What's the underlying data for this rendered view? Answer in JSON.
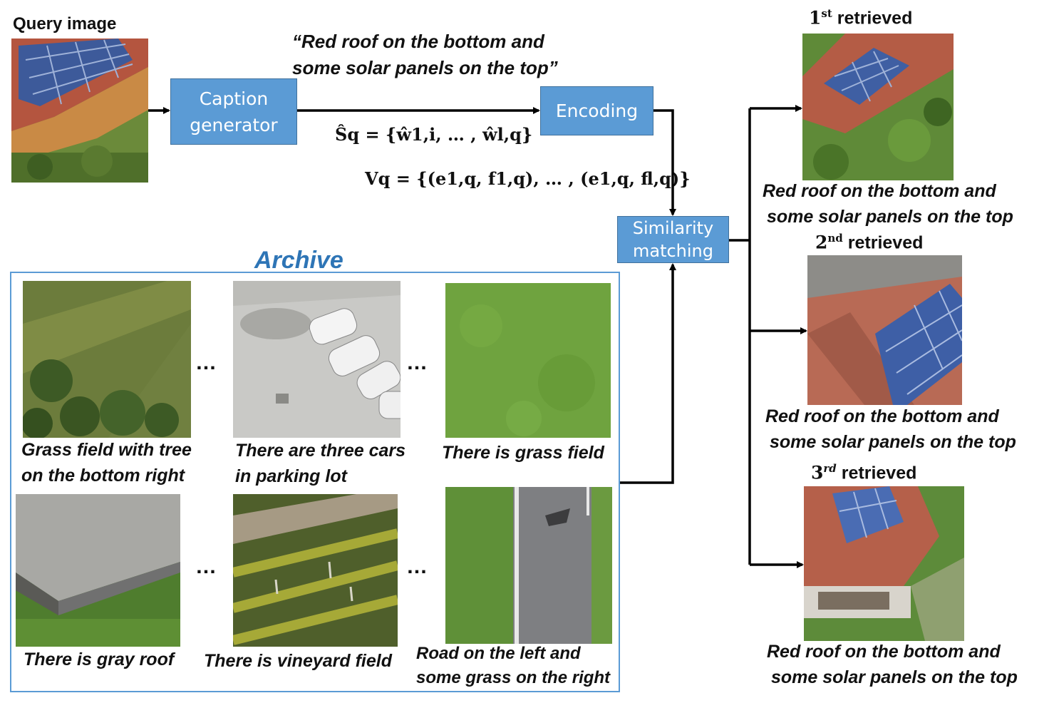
{
  "query": {
    "label": "Query image"
  },
  "caption_quote": {
    "line1": "“Red roof on the bottom and",
    "line2": "some solar panels on the top”"
  },
  "boxes": {
    "caption_generator": {
      "line1": "Caption",
      "line2": "generator"
    },
    "encoding": "Encoding",
    "similarity": {
      "line1": "Similarity",
      "line2": "matching"
    }
  },
  "formulas": {
    "sq": "Ŝq = {ŵ1,i, … , ŵl,q}",
    "vq": "Vq = {(e1,q, f1,q), … , (e1,q, fl,q)}"
  },
  "archive": {
    "title": "Archive",
    "captions": {
      "grass_tree": {
        "line1": "Grass field with tree",
        "line2": "on the bottom right"
      },
      "cars": {
        "line1": "There are three cars",
        "line2": "in parking lot"
      },
      "grass": "There is grass field",
      "gray_roof": "There is gray roof",
      "vineyard": "There is vineyard field",
      "road": {
        "line1": "Road on the left and",
        "line2": "some grass on the right"
      }
    },
    "dots": "…"
  },
  "retrieved": [
    {
      "rank": "1",
      "suffix": "st",
      "word": "retrieved",
      "line1": "Red roof on the bottom and",
      "line2": "some solar panels on the top"
    },
    {
      "rank": "2",
      "suffix": "nd",
      "word": "retrieved",
      "line1": "Red roof on the bottom and",
      "line2": "some solar panels on the top"
    },
    {
      "rank": "3",
      "suffix": "rd",
      "word": "retrieved",
      "line1": "Red roof on the bottom and",
      "line2": "some solar panels on the top"
    }
  ],
  "colors": {
    "box_fill": "#5b9bd5",
    "box_border": "#41719c",
    "archive_title": "#2e75b6",
    "archive_border": "#5b9bd5"
  }
}
